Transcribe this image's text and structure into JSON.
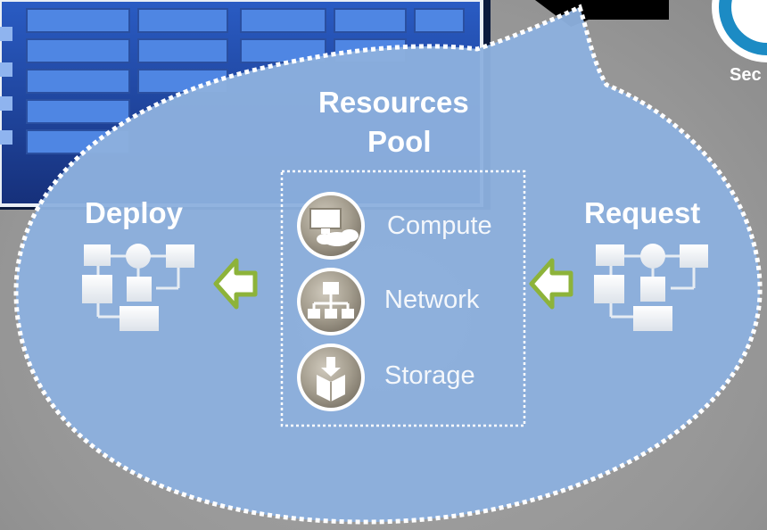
{
  "diagram": {
    "title_line1": "Resources",
    "title_line2": "Pool",
    "deploy_label": "Deploy",
    "request_label": "Request",
    "resources": [
      {
        "label": "Compute",
        "icon": "compute-icon"
      },
      {
        "label": "Network",
        "icon": "network-icon"
      },
      {
        "label": "Storage",
        "icon": "storage-icon"
      }
    ],
    "partial_label": "Sec"
  },
  "colors": {
    "bubble_fill": "#8db0de",
    "bubble_border": "#ffffff",
    "arrow_green": "#8db33a",
    "icon_gray": "#a19a8c",
    "server_blue": "#1f4aa8",
    "background_gray": "#9b9b9b"
  }
}
